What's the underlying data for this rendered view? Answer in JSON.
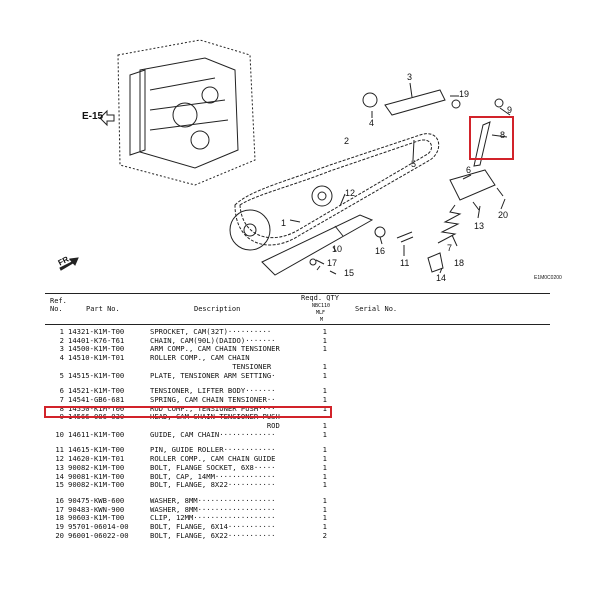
{
  "diagram": {
    "section_ref": "E-15",
    "front_arrow": "FR.",
    "drawing_code": "E1M0C0200",
    "callouts": [
      "1",
      "2",
      "3",
      "4",
      "5",
      "6",
      "7",
      "8",
      "9",
      "10",
      "11",
      "12",
      "13",
      "14",
      "15",
      "16",
      "17",
      "18",
      "19",
      "20"
    ],
    "highlight_color": "#d2232a"
  },
  "table": {
    "headers": {
      "ref_line1": "Ref.",
      "ref_line2": "No.",
      "part_no": "Part No.",
      "description": "Description",
      "qty_top": "Reqd. QTY",
      "model_line1": "NBC110",
      "model_line2": "MLF",
      "model_line3": "M",
      "serial_no": "Serial No."
    },
    "rows": [
      {
        "ref": "1",
        "part": "14321-K1M-T00",
        "desc": "SPROCKET, CAM(32T)··········",
        "qty": "1"
      },
      {
        "ref": "2",
        "part": "14401-K76-T61",
        "desc": "CHAIN, CAM(90L)(DAIDO)·······",
        "qty": "1"
      },
      {
        "ref": "3",
        "part": "14500-K1M-T00",
        "desc": "ARM COMP., CAM CHAIN TENSIONER",
        "qty": "1"
      },
      {
        "ref": "4",
        "part": "14510-K1M-T01",
        "desc": "ROLLER COMP., CAM CHAIN",
        "qty": ""
      },
      {
        "ref": "",
        "part": "",
        "desc": "                   TENSIONER",
        "qty": "1"
      },
      {
        "ref": "5",
        "part": "14515-K1M-T00",
        "desc": "PLATE, TENSIONER ARM SETTING·",
        "qty": "1"
      },
      {
        "ref": "6",
        "part": "14521-K1M-T00",
        "desc": "TENSIONER, LIFTER BODY·······",
        "qty": "1"
      },
      {
        "ref": "7",
        "part": "14541-GB6-681",
        "desc": "SPRING, CAM CHAIN TENSIONER··",
        "qty": "1"
      },
      {
        "ref": "8",
        "part": "14550-K1M-T00",
        "desc": "ROD COMP., TENSIONER PUSH····",
        "qty": "1"
      },
      {
        "ref": "9",
        "part": "14566-086-030",
        "desc": "HEAD, CAM CHAIN TENSIONER PUSH",
        "qty": ""
      },
      {
        "ref": "",
        "part": "",
        "desc": "                           ROD",
        "qty": "1"
      },
      {
        "ref": "10",
        "part": "14611-K1M-T00",
        "desc": "GUIDE, CAM CHAIN·············",
        "qty": "1"
      },
      {
        "ref": "11",
        "part": "14615-K1M-T00",
        "desc": "PIN, GUIDE ROLLER············",
        "qty": "1"
      },
      {
        "ref": "12",
        "part": "14620-K1M-T01",
        "desc": "ROLLER COMP., CAM CHAIN GUIDE",
        "qty": "1"
      },
      {
        "ref": "13",
        "part": "90082-K1M-T00",
        "desc": "BOLT, FLANGE SOCKET, 6X8·····",
        "qty": "1"
      },
      {
        "ref": "14",
        "part": "90081-K1M-T00",
        "desc": "BOLT, CAP, 14MM··············",
        "qty": "1"
      },
      {
        "ref": "15",
        "part": "90082-K1M-T00",
        "desc": "BOLT, FLANGE, 8X22···········",
        "qty": "1"
      },
      {
        "ref": "16",
        "part": "90475-KWB-600",
        "desc": "WASHER, 8MM··················",
        "qty": "1"
      },
      {
        "ref": "17",
        "part": "90483-KWN-900",
        "desc": "WASHER, 8MM··················",
        "qty": "1"
      },
      {
        "ref": "18",
        "part": "90603-K1M-T00",
        "desc": "CLIP, 12MM···················",
        "qty": "1"
      },
      {
        "ref": "19",
        "part": "95701-06014-00",
        "desc": "BOLT, FLANGE, 6X14···········",
        "qty": "1"
      },
      {
        "ref": "20",
        "part": "96001-06022-00",
        "desc": "BOLT, FLANGE, 6X22···········",
        "qty": "2"
      }
    ]
  }
}
